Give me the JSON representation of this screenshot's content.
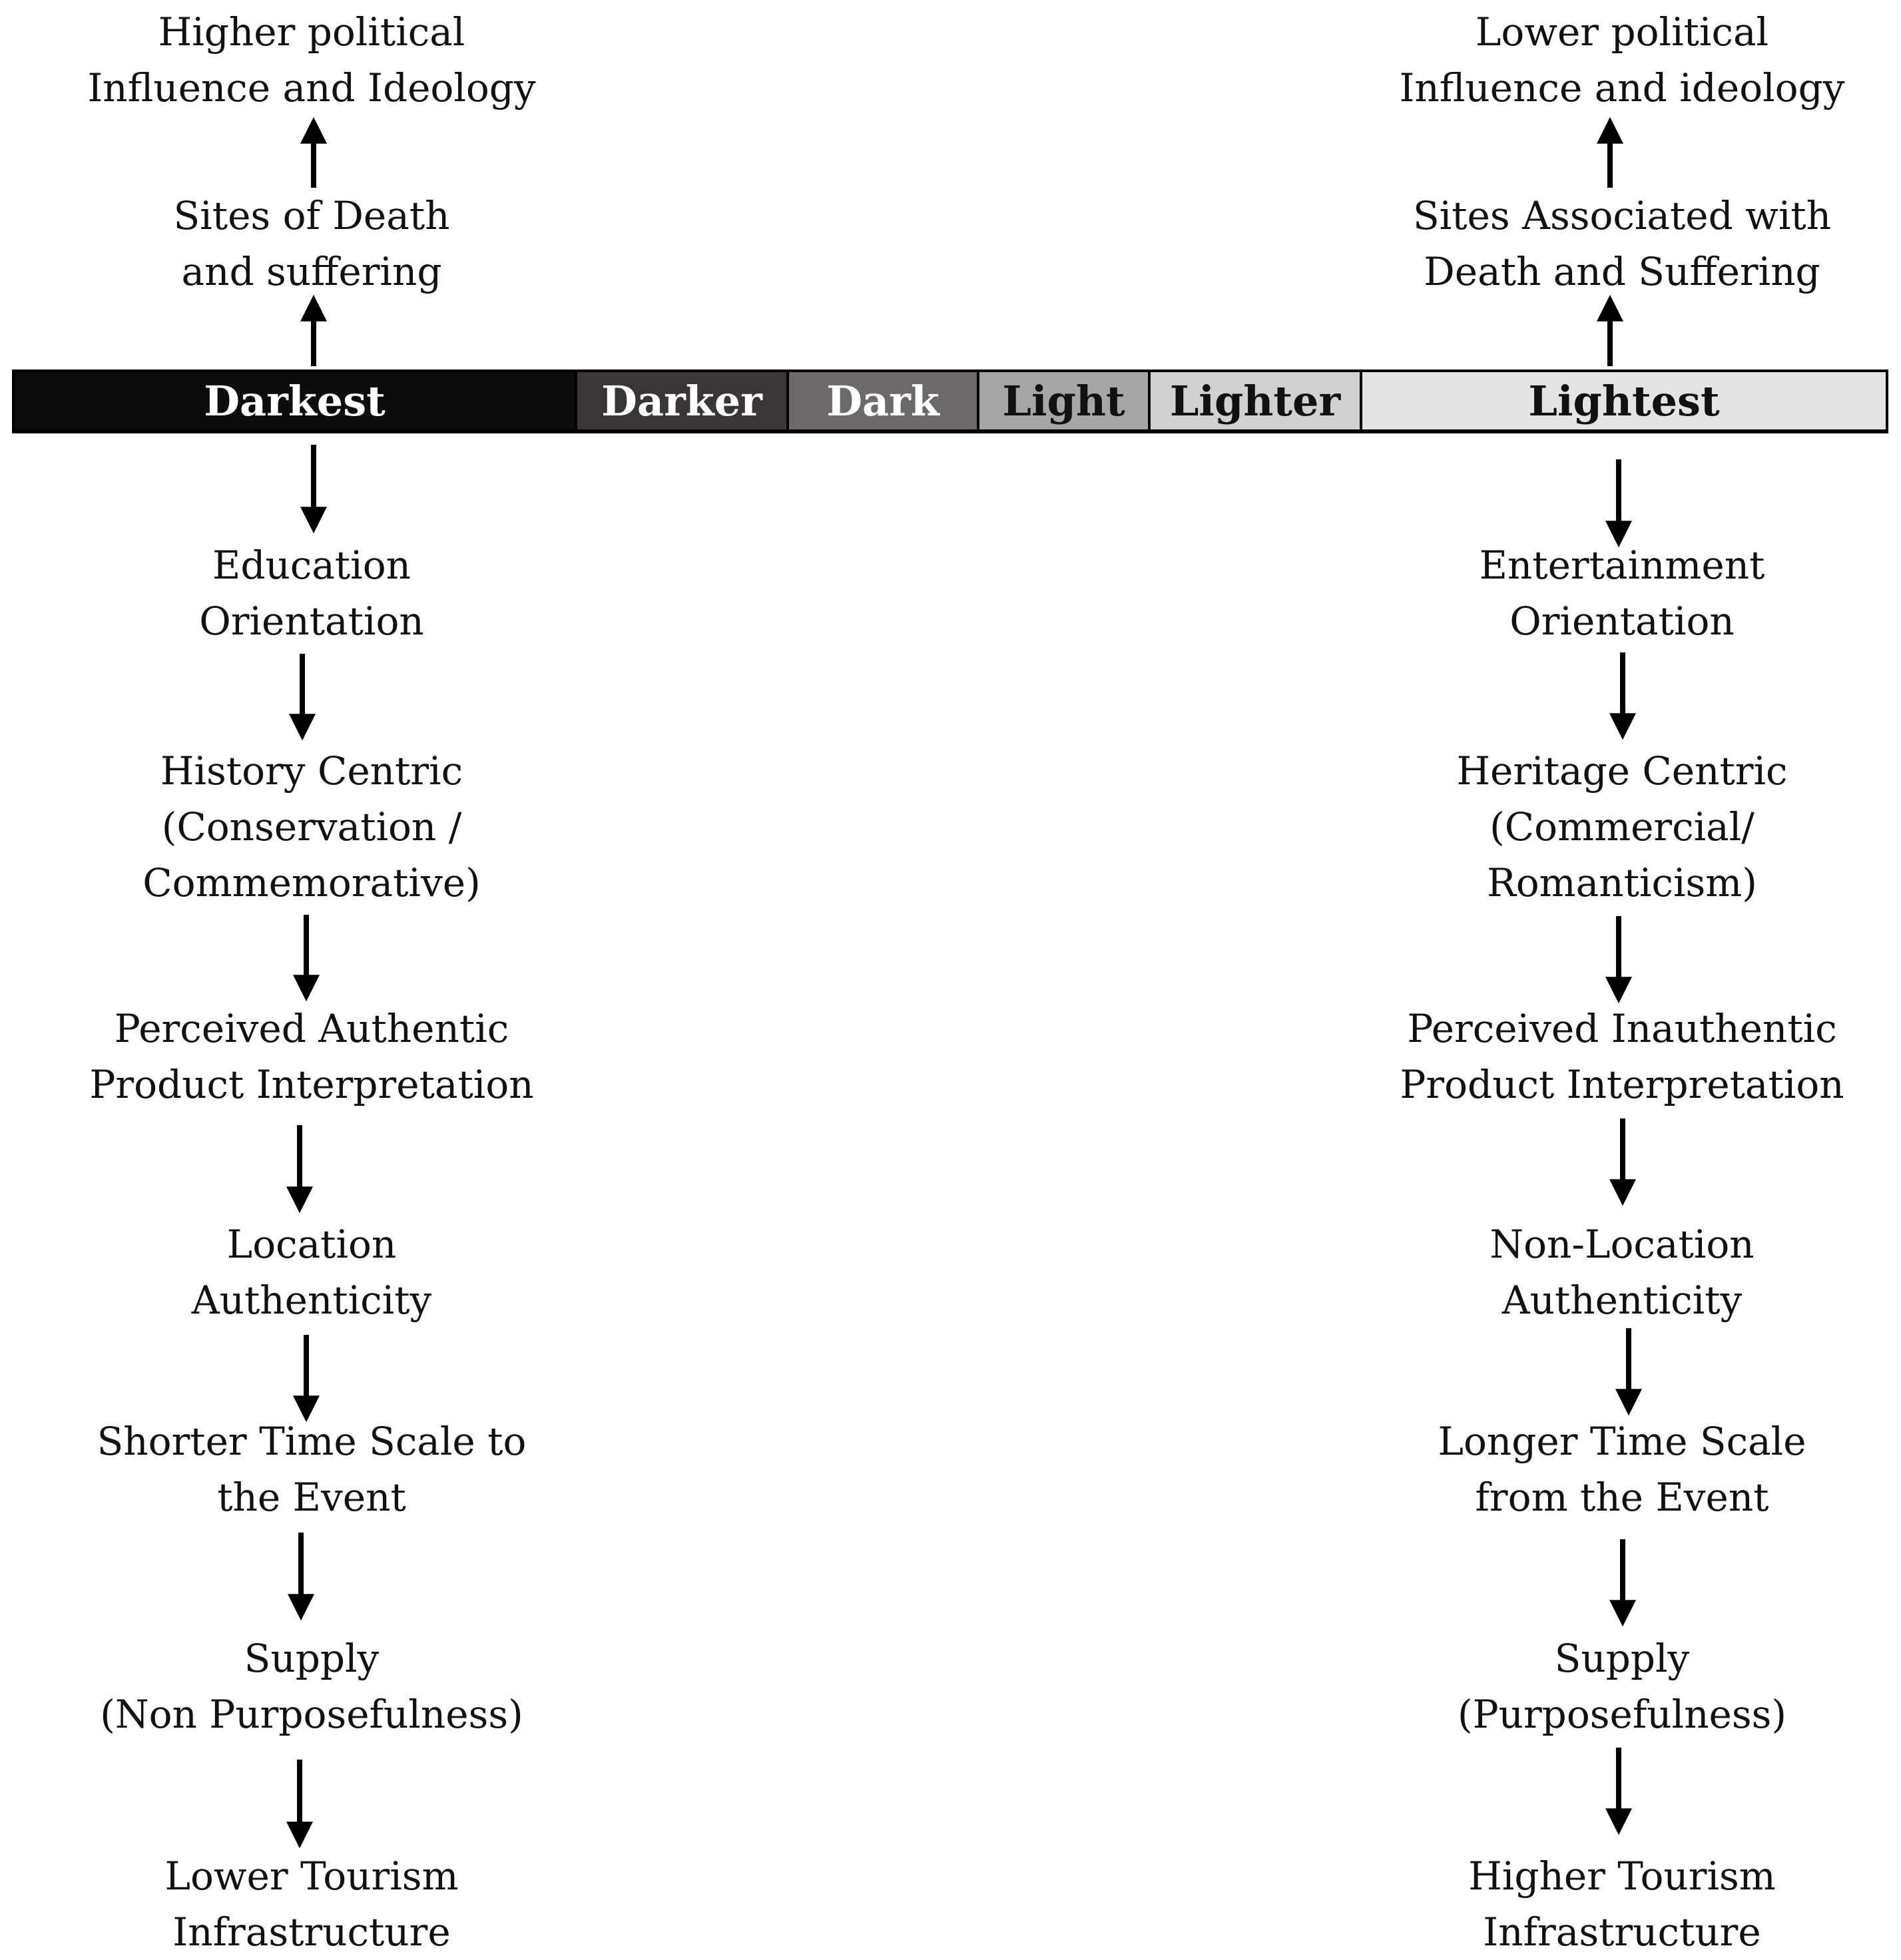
{
  "spectrum": {
    "segments": [
      {
        "label": "Darkest",
        "fill": "#0c0c0c",
        "text_color": "#ffffff"
      },
      {
        "label": "Darker",
        "fill": "#3a3536",
        "text_color": "#ffffff"
      },
      {
        "label": "Dark",
        "fill": "#6d6869",
        "text_color": "#ffffff"
      },
      {
        "label": "Light",
        "fill": "#a7a5a6",
        "text_color": "#111111"
      },
      {
        "label": "Lighter",
        "fill": "#d2d1d1",
        "text_color": "#111111"
      },
      {
        "label": "Lightest",
        "fill": "#e4e4e4",
        "text_color": "#111111"
      }
    ]
  },
  "left_column": {
    "above": [
      "Higher political\nInfluence and Ideology",
      "Sites of Death\nand suffering"
    ],
    "below": [
      "Education\nOrientation",
      "History Centric\n(Conservation /\nCommemorative)",
      "Perceived Authentic\nProduct Interpretation",
      "Location\nAuthenticity",
      "Shorter Time Scale to\nthe Event",
      "Supply\n(Non Purposefulness)",
      "Lower Tourism\nInfrastructure"
    ]
  },
  "right_column": {
    "above": [
      "Lower political\nInfluence and ideology",
      "Sites Associated with\nDeath and Suffering"
    ],
    "below": [
      "Entertainment\nOrientation",
      "Heritage Centric\n(Commercial/\nRomanticism)",
      "Perceived Inauthentic\nProduct Interpretation",
      "Non-Location\nAuthenticity",
      "Longer Time Scale\nfrom the Event",
      "Supply\n(Purposefulness)",
      "Higher Tourism\nInfrastructure"
    ]
  },
  "colors": {
    "arrow": "#000000",
    "text": "#111111",
    "bar_border": "#000000"
  }
}
